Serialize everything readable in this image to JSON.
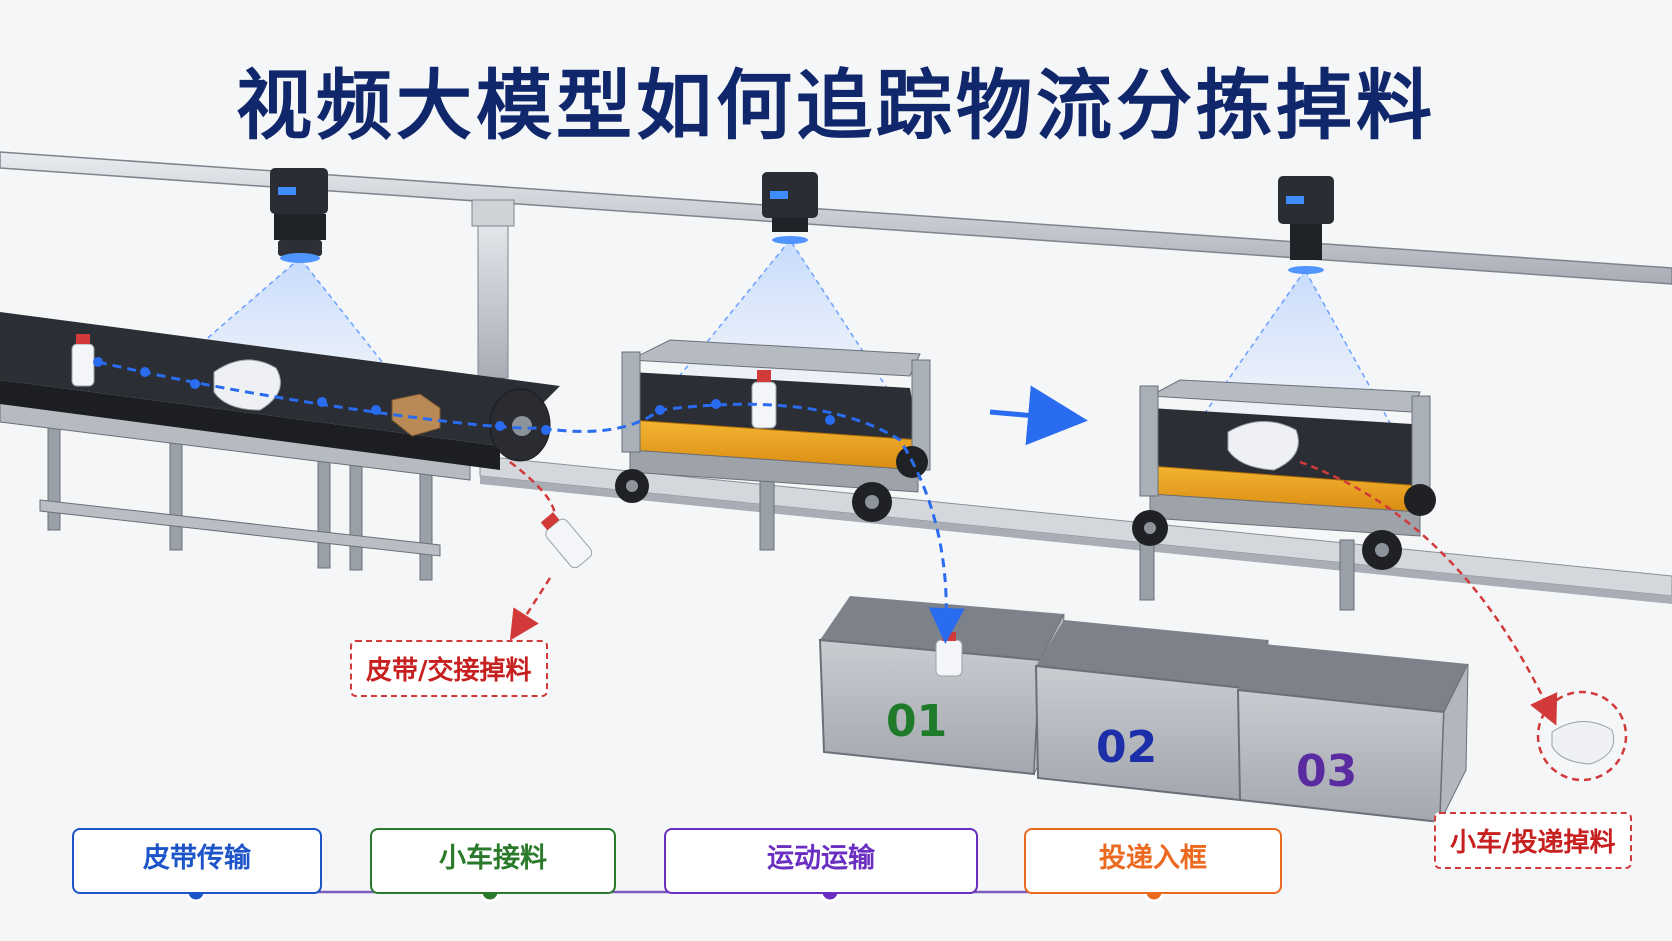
{
  "title": "视频大模型如何追踪物流分拣掉料",
  "drop_labels": {
    "belt_handoff": "皮带/交接掉料",
    "cart_delivery": "小车/投递掉料"
  },
  "bins": [
    {
      "number": "01",
      "color": "#1f7a2a"
    },
    {
      "number": "02",
      "color": "#1c2fa8"
    },
    {
      "number": "03",
      "color": "#5a2ba0"
    }
  ],
  "stages": [
    {
      "label": "皮带传输",
      "color": "#1d55c9"
    },
    {
      "label": "小车接料",
      "color": "#2b7a2b"
    },
    {
      "label": "运动运输",
      "color": "#6a2fc0"
    },
    {
      "label": "投递入框",
      "color": "#ec6a1f"
    }
  ],
  "colors": {
    "title": "#10286b",
    "track_blue": "#2a6cf0",
    "drop_red": "#d23a3a"
  }
}
